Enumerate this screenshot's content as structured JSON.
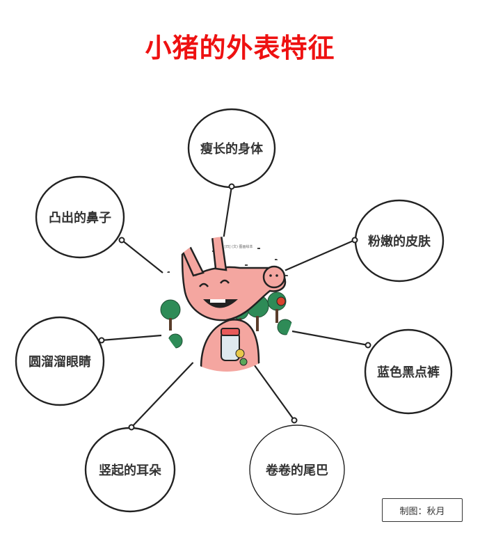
{
  "title": "小猪的外表特征",
  "nodes": [
    {
      "id": "body",
      "label": "瘦长的身体"
    },
    {
      "id": "nose",
      "label": "凸出的鼻子"
    },
    {
      "id": "skin",
      "label": "粉嫩的皮肤"
    },
    {
      "id": "eyes",
      "label": "圆溜溜眼睛"
    },
    {
      "id": "pants",
      "label": "蓝色黑点裤"
    },
    {
      "id": "ears",
      "label": "竖起的耳朵"
    },
    {
      "id": "tail",
      "label": "卷卷的尾巴"
    }
  ],
  "center": {
    "image": "pig-illustration",
    "caption": "[日] (文) 图画绘本"
  },
  "credit": "制图：秋月",
  "colors": {
    "title": "#ee1111",
    "pig": "#f4a6a0",
    "trees": "#2e8b57",
    "outline": "#222222"
  }
}
